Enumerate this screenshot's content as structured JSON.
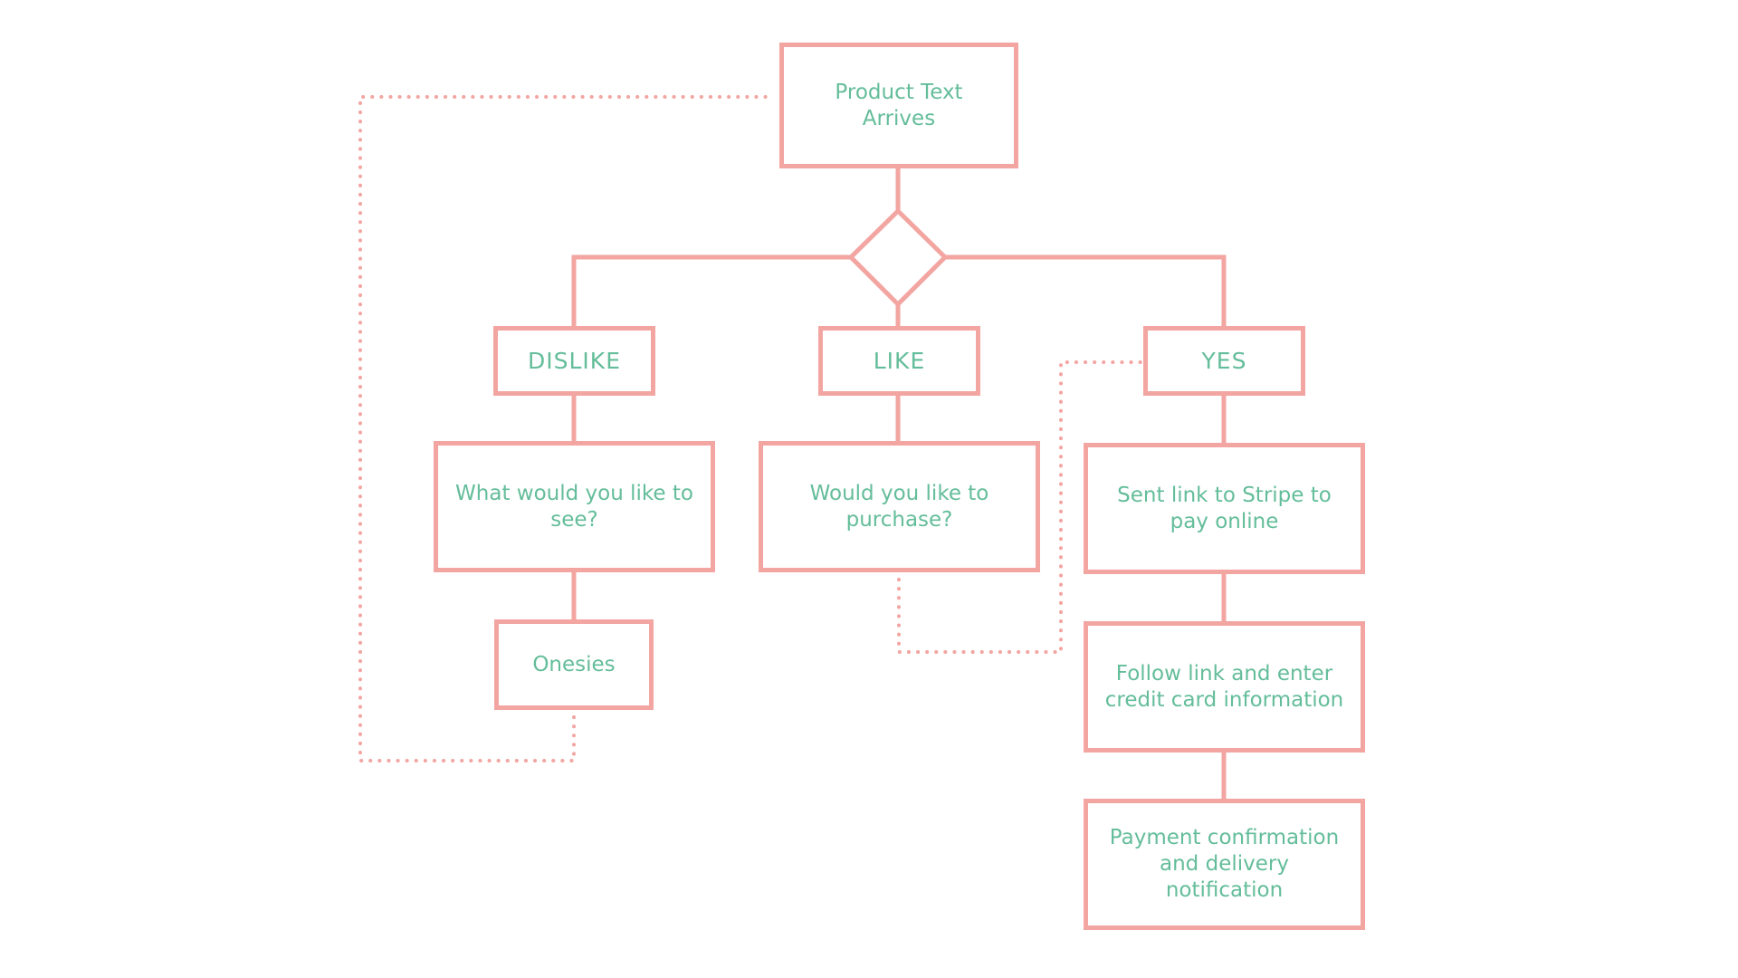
{
  "colors": {
    "stroke": "#f2a5a1",
    "text": "#64bd9a",
    "background": "#ffffff"
  },
  "nodes": {
    "start": "Product Text Arrives",
    "dislike": "DISLIKE",
    "like": "LIKE",
    "yes": "YES",
    "dislike_question": "What would you like to see?",
    "like_question": "Would you like to purchase?",
    "stripe_link": "Sent link to Stripe to pay online",
    "onesies": "Onesies",
    "enter_card": "Follow link and enter credit card information",
    "confirmation": "Payment confirmation and delivery notification"
  }
}
